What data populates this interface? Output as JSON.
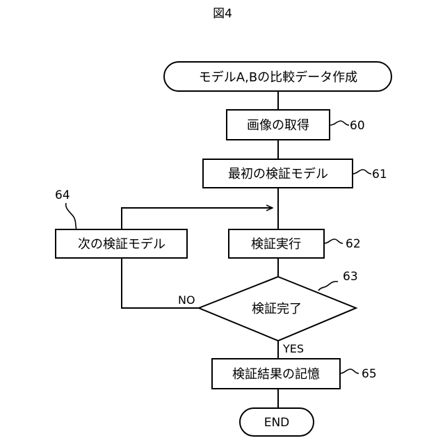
{
  "figure": {
    "title": "図4"
  },
  "nodes": {
    "start": {
      "label": "モデルA,Bの比較データ作成"
    },
    "acquire_image": {
      "label": "画像の取得",
      "ref": "60"
    },
    "first_model": {
      "label": "最初の検証モデル",
      "ref": "61"
    },
    "execute": {
      "label": "検証実行",
      "ref": "62"
    },
    "verify_done": {
      "label": "検証完了",
      "ref": "63"
    },
    "next_model": {
      "label": "次の検証モデル",
      "ref": "64"
    },
    "store_result": {
      "label": "検証結果の記憶",
      "ref": "65"
    },
    "end": {
      "label": "END"
    }
  },
  "branches": {
    "no": "NO",
    "yes": "YES"
  }
}
